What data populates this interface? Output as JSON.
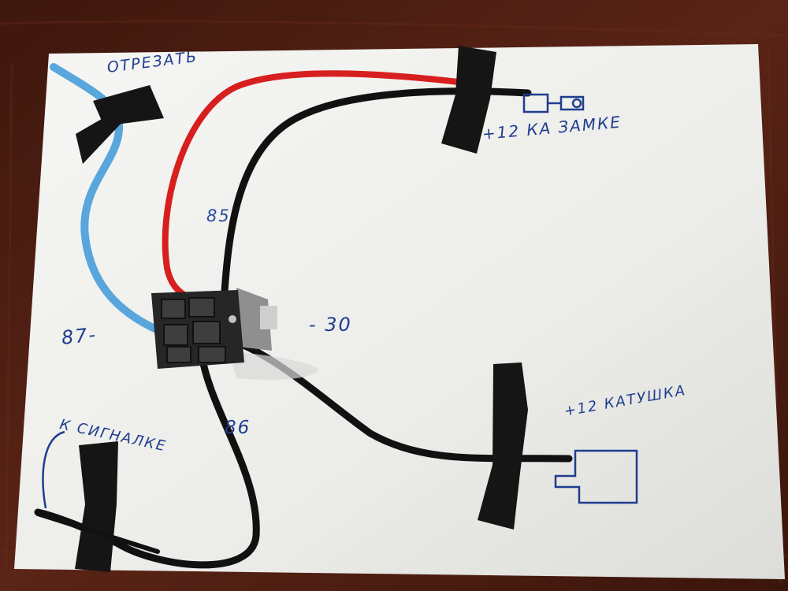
{
  "labels": {
    "otrezat": "ОТРЕЗАТЬ",
    "plus12_zamok": "+12 КА ЗАМКЕ",
    "pin85": "85",
    "pin87": "87-",
    "pin30": "- 30",
    "pin86": "86",
    "k_signalke": "К СИГНАЛКЕ",
    "plus12_katushka": "+12 КАТУШКА"
  },
  "colors": {
    "table": "#5a2416",
    "paper": "#efefed",
    "ink": "#1f3d8f",
    "wire_red": "#d81f1f",
    "wire_black": "#111111",
    "wire_blue": "#58a6dc",
    "tape": "#151515",
    "relay": "#2a2a2a"
  },
  "icons": [
    "relay-socket",
    "connector-female-icon",
    "connector-male-icon"
  ]
}
